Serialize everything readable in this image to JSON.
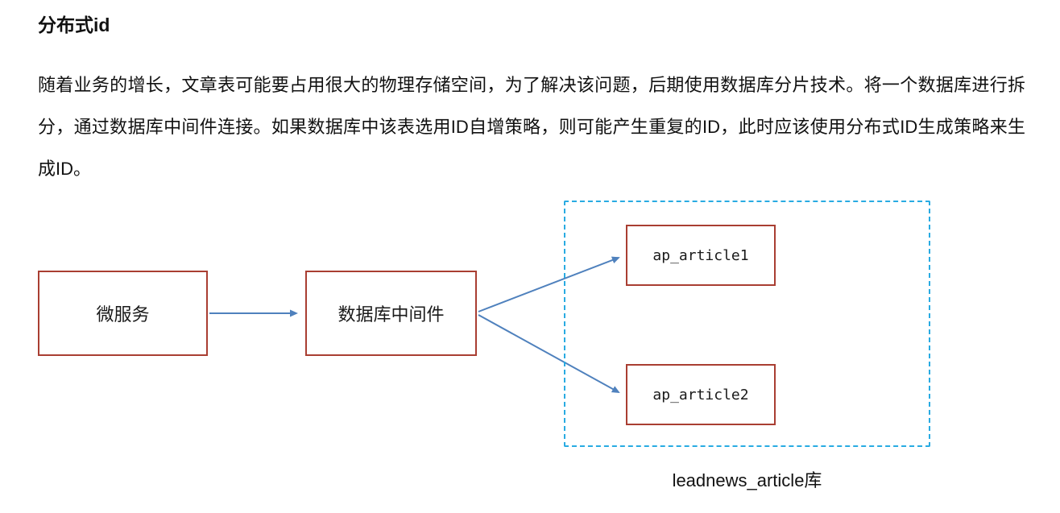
{
  "page": {
    "title": "分布式id",
    "paragraph": "随着业务的增长，文章表可能要占用很大的物理存储空间，为了解决该问题，后期使用数据库分片技术。将一个数据库进行拆分，通过数据库中间件连接。如果数据库中该表选用ID自增策略，则可能产生重复的ID，此时应该使用分布式ID生成策略来生成ID。"
  },
  "diagram": {
    "nodes": {
      "microservice": "微服务",
      "middleware": "数据库中间件",
      "article1": "ap_article1",
      "article2": "ap_article2"
    },
    "group_label": "leadnews_article库",
    "colors": {
      "node_border": "#A93E32",
      "group_dashed_border": "#29ABE2",
      "arrow": "#4F81BD"
    }
  }
}
